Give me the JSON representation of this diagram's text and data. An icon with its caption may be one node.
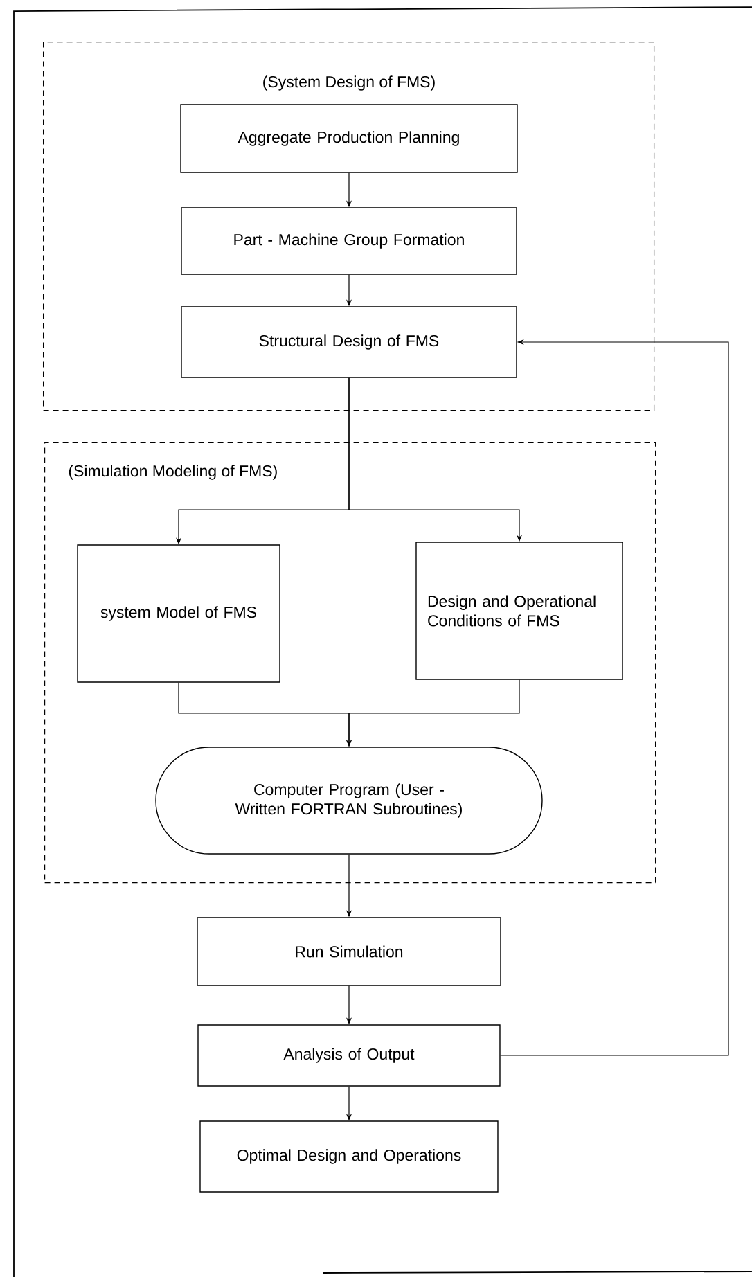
{
  "diagram": {
    "nodes": [
      {
        "text": [
          "(System Design of FMS)"
        ]
      },
      {
        "text": [
          "Aggregate Production Planning"
        ],
        "in": 0
      },
      {
        "text": [
          "Part - Machine Group Formation"
        ],
        "in": 0
      },
      {
        "text": [
          "Structural Design of FMS"
        ],
        "in": 0
      },
      {
        "text": [
          "(Simulation Modeling of FMS)"
        ]
      },
      {
        "text": [
          "system Model of FMS"
        ],
        "in": 4
      },
      {
        "text": [
          "Design and Operational Conditions of FMS"
        ],
        "in": 4
      },
      {
        "text": [
          "Computer Program (User - Written FORTRAN Subroutines)"
        ],
        "in": 4
      },
      {
        "text": [
          "Run Simulation"
        ]
      },
      {
        "text": [
          "Analysis of Output"
        ]
      },
      {
        "text": [
          "Optimal Design and Operations"
        ]
      }
    ],
    "edges": [
      {
        "from": 1,
        "to": 2,
        "arrow": "to"
      },
      {
        "from": 2,
        "to": 3,
        "arrow": "to"
      },
      {
        "from": 3,
        "to": 5,
        "arrow": "to"
      },
      {
        "from": 3,
        "to": 6,
        "arrow": "to"
      },
      {
        "from": 5,
        "to": 7,
        "arrow": "to"
      },
      {
        "from": 6,
        "to": 7,
        "arrow": "to"
      },
      {
        "from": 7,
        "to": 8,
        "arrow": "to"
      },
      {
        "from": 8,
        "to": 9,
        "arrow": "to"
      },
      {
        "from": 9,
        "to": 10,
        "arrow": "to"
      },
      {
        "from": 9,
        "to": 3,
        "arrow": "to"
      }
    ]
  }
}
